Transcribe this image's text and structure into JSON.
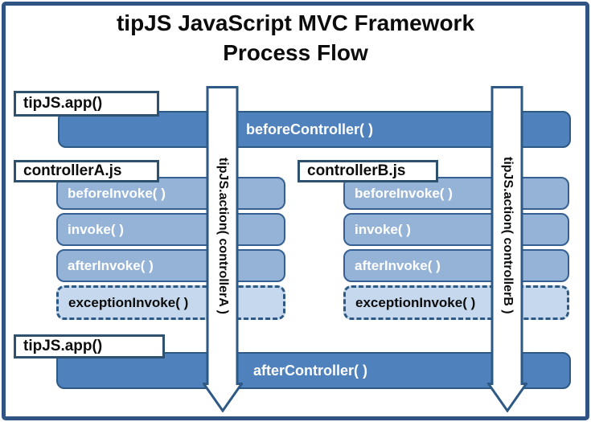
{
  "title": {
    "line1": "tipJS JavaScript MVC Framework",
    "line2": "Process Flow"
  },
  "flow": {
    "start_app_label": "tipJS.app()",
    "before_controller": "beforeController( )",
    "end_app_label": "tipJS.app()",
    "after_controller": "afterController( )"
  },
  "controllers": [
    {
      "file_label": "controllerA.js",
      "action_label": "tipJS.action( controllerA )",
      "hooks": [
        "beforeInvoke( )",
        "invoke( )",
        "afterInvoke( )"
      ],
      "exception_hook": "exceptionInvoke( )"
    },
    {
      "file_label": "controllerB.js",
      "action_label": "tipJS.action( controllerB )",
      "hooks": [
        "beforeInvoke( )",
        "invoke( )",
        "afterInvoke( )"
      ],
      "exception_hook": "exceptionInvoke( )"
    }
  ],
  "colors": {
    "frame_border": "#2F5484",
    "bar_fill": "#4F81BD",
    "bar_border": "#2E5984",
    "hook_fill": "#95B3D7",
    "hook_border": "#376092",
    "exception_fill": "#C5D8ED",
    "label_box_border": "#2F5170",
    "arrow_fill": "#FFFFFF",
    "arrow_border": "#2E5984"
  }
}
